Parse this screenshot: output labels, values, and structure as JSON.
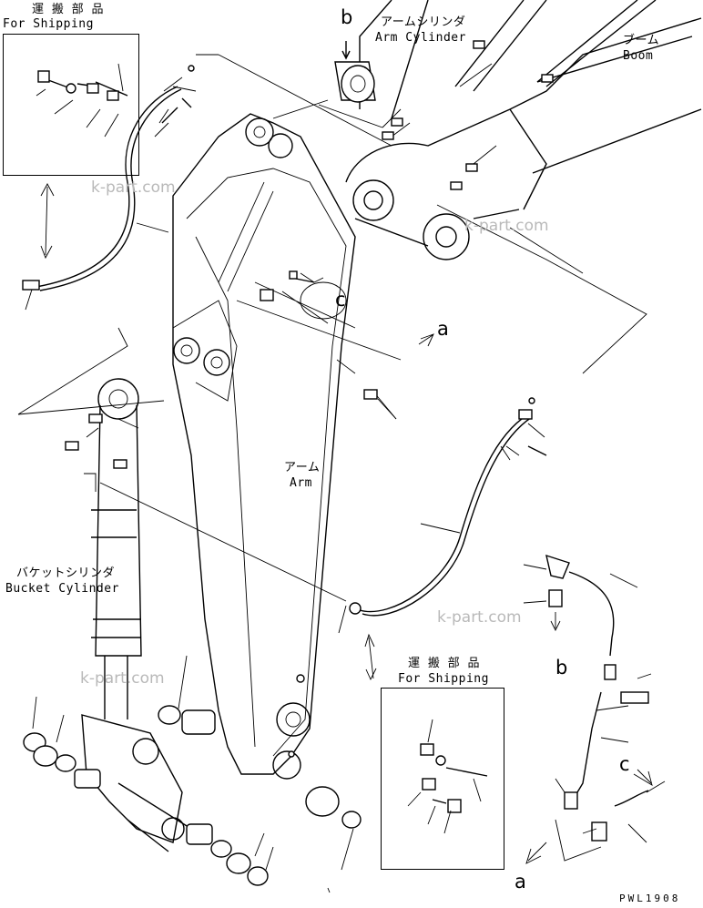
{
  "labels": {
    "shipping_top_jp": "運 搬 部 品",
    "shipping_top_en": "For Shipping",
    "arm_cylinder_jp": "アームシリンダ",
    "arm_cylinder_en": "Arm Cylinder",
    "boom_jp": "ブーム",
    "boom_en": "Boom",
    "arm_jp": "アーム",
    "arm_en": "Arm",
    "bucket_cylinder_jp": "バケットシリンダ",
    "bucket_cylinder_en": "Bucket Cylinder",
    "shipping_bottom_jp": "運 搬 部 品",
    "shipping_bottom_en": "For Shipping"
  },
  "callouts": {
    "b_top": "b",
    "c_center": "c",
    "a_center": "a",
    "b_right": "b",
    "c_right": "c",
    "a_bottom": "a"
  },
  "watermarks": {
    "wm1": "k-part.com",
    "wm2": "k-part.com",
    "wm3": "k-part.com",
    "wm4": "k-part.com"
  },
  "drawing_code": "PWL1908"
}
